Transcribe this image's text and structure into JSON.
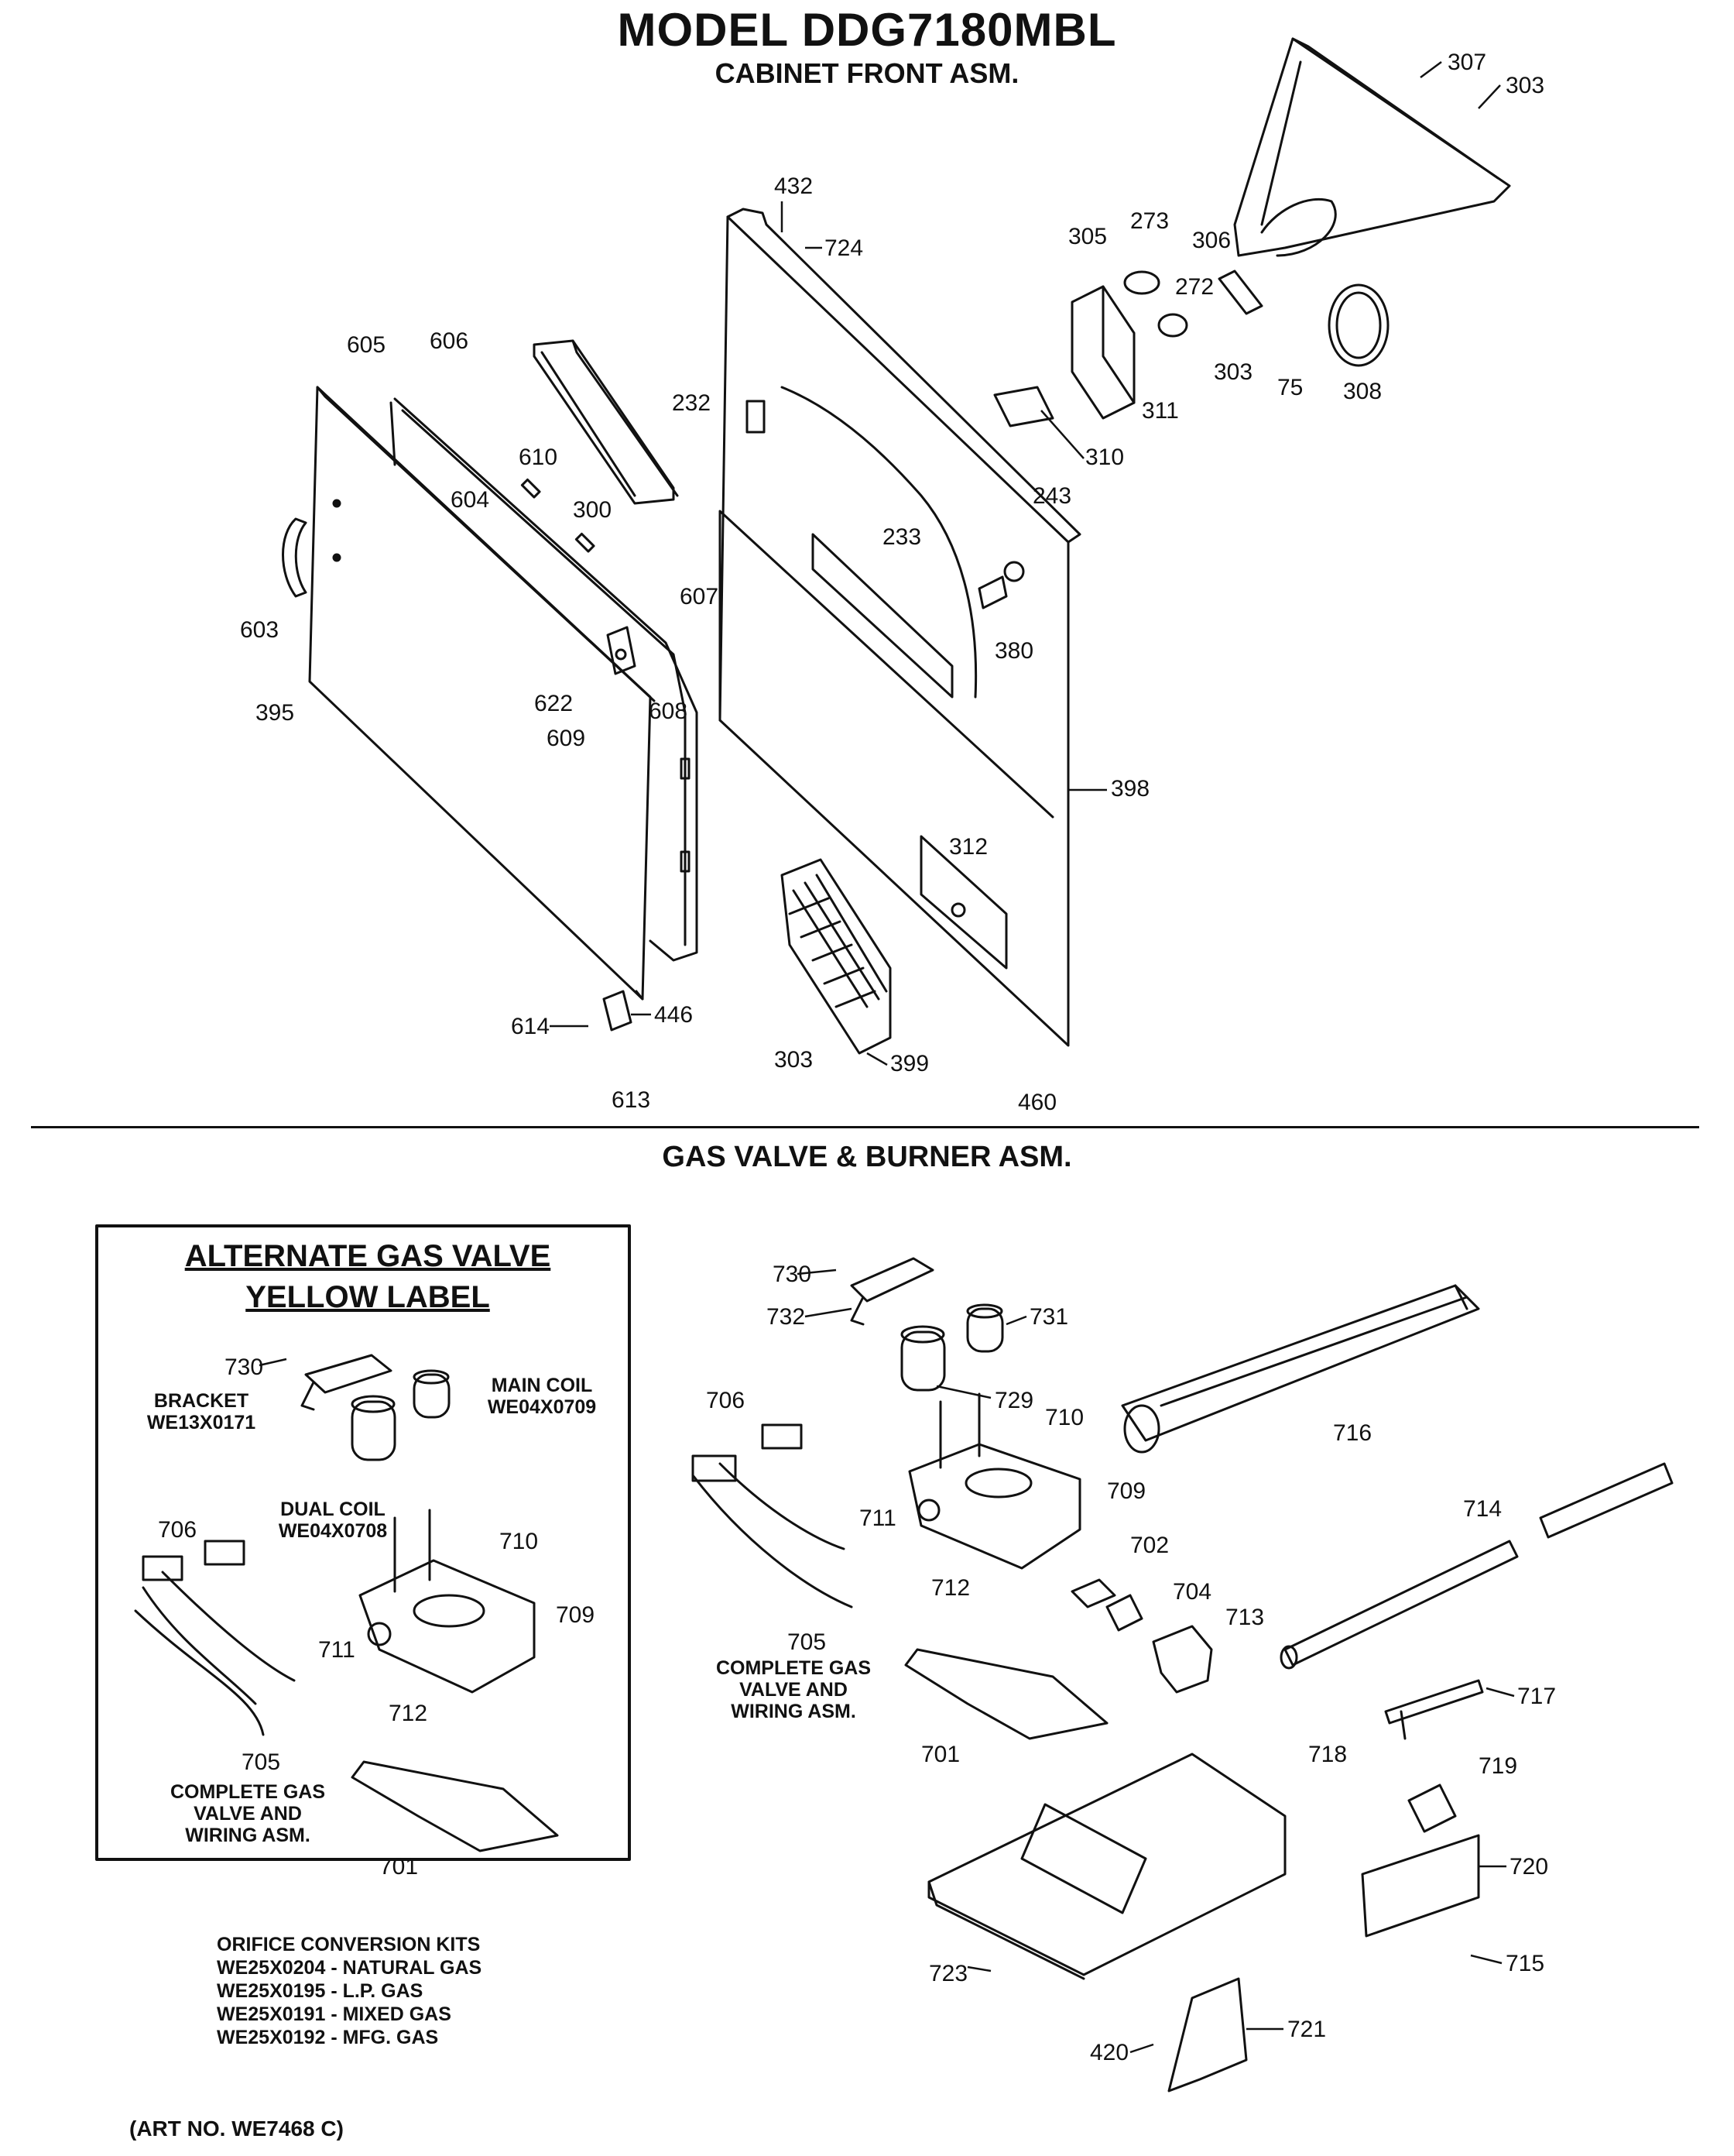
{
  "header": {
    "model": "MODEL DDG7180MBL",
    "section1": "CABINET FRONT ASM.",
    "section2": "GAS VALVE & BURNER ASM."
  },
  "inset": {
    "title_line1": "ALTERNATE GAS VALVE",
    "title_line2": "YELLOW LABEL",
    "bracket": [
      "BRACKET",
      "WE13X0171"
    ],
    "main_coil": [
      "MAIN COIL",
      "WE04X0709"
    ],
    "dual_coil": [
      "DUAL COIL",
      "WE04X0708"
    ],
    "complete": [
      "COMPLETE GAS",
      "VALVE AND",
      "WIRING ASM."
    ]
  },
  "main_complete": [
    "COMPLETE GAS",
    "VALVE AND",
    "WIRING ASM."
  ],
  "orifice_kits": {
    "heading": "ORIFICE CONVERSION KITS",
    "items": [
      "WE25X0204 - NATURAL GAS",
      "WE25X0195 - L.P. GAS",
      "WE25X0191 - MIXED GAS",
      "WE25X0192 - MFG. GAS"
    ]
  },
  "art_number": "(ART NO. WE7468 C)",
  "callouts_top": [
    "307",
    "303",
    "432",
    "724",
    "305",
    "273",
    "306",
    "272",
    "303",
    "75",
    "308",
    "605",
    "606",
    "232",
    "311",
    "310",
    "243",
    "610",
    "604",
    "300",
    "233",
    "603",
    "607",
    "380",
    "622",
    "608",
    "609",
    "395",
    "398",
    "312",
    "614",
    "446",
    "613",
    "303",
    "399",
    "460"
  ],
  "callouts_inset": [
    "730",
    "706",
    "710",
    "709",
    "711",
    "712",
    "705",
    "701"
  ],
  "callouts_bottom": [
    "730",
    "732",
    "731",
    "729",
    "706",
    "710",
    "709",
    "711",
    "702",
    "716",
    "714",
    "712",
    "704",
    "713",
    "705",
    "701",
    "717",
    "718",
    "719",
    "720",
    "723",
    "715",
    "721",
    "420"
  ],
  "colors": {
    "ink": "#111111",
    "paper": "#ffffff"
  }
}
